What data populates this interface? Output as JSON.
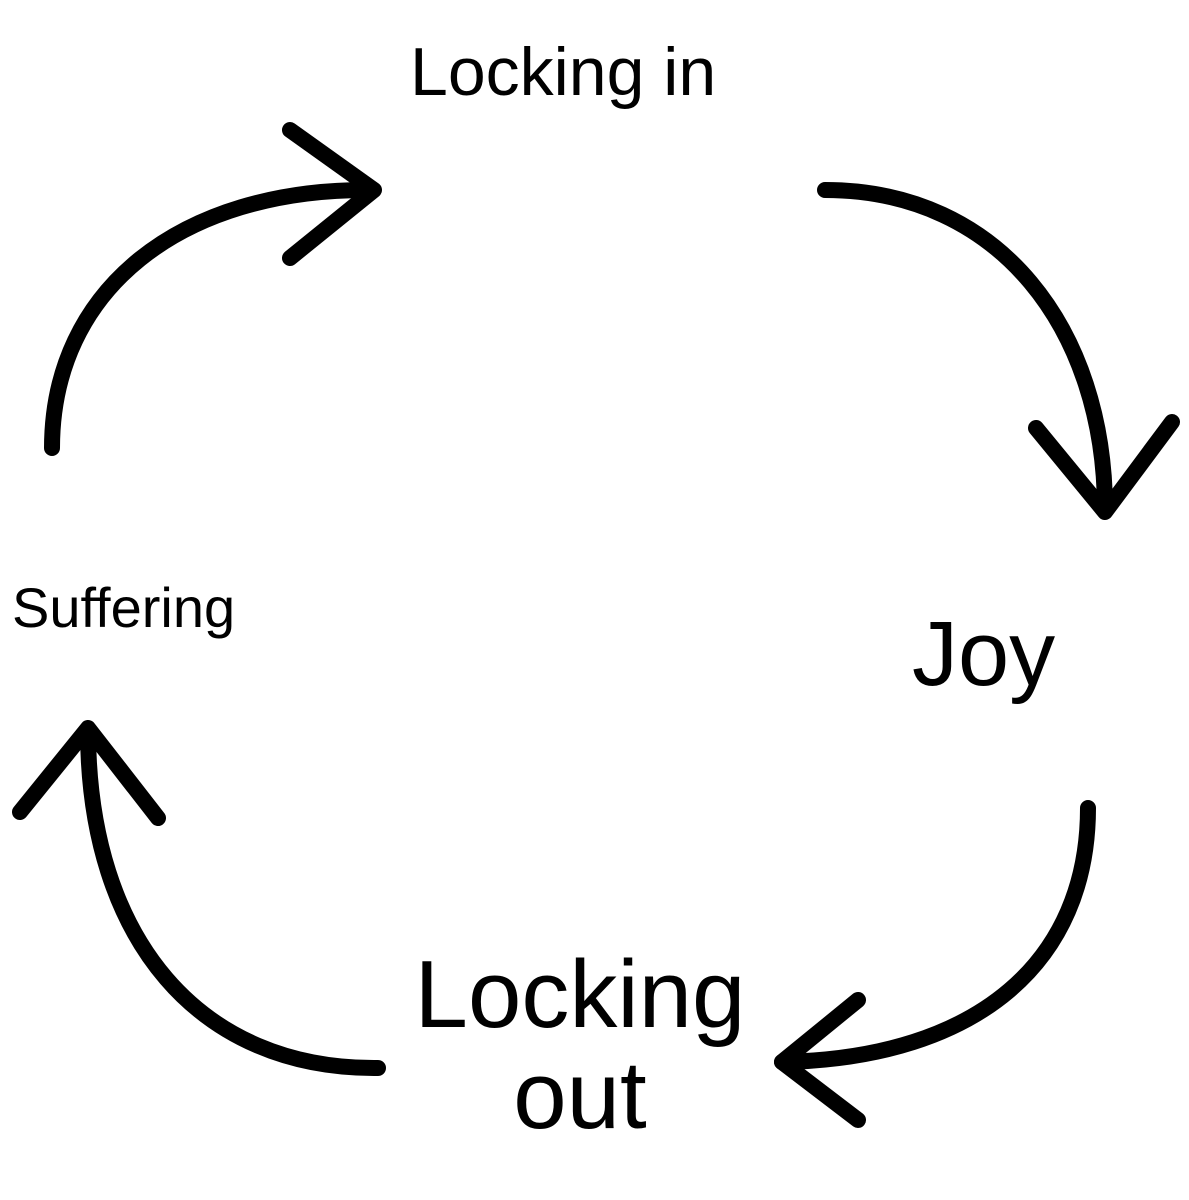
{
  "nodes": {
    "top": "Locking in",
    "right": "Joy",
    "bottom_line1": "Locking",
    "bottom_line2": "out",
    "left": "Suffering"
  },
  "icons": {
    "cycle_arrows": [
      "curved-arrow-top-right",
      "curved-arrow-bottom-right",
      "curved-arrow-bottom-left",
      "curved-arrow-top-left"
    ]
  },
  "colors": {
    "stroke": "#000000",
    "background": "#ffffff"
  }
}
